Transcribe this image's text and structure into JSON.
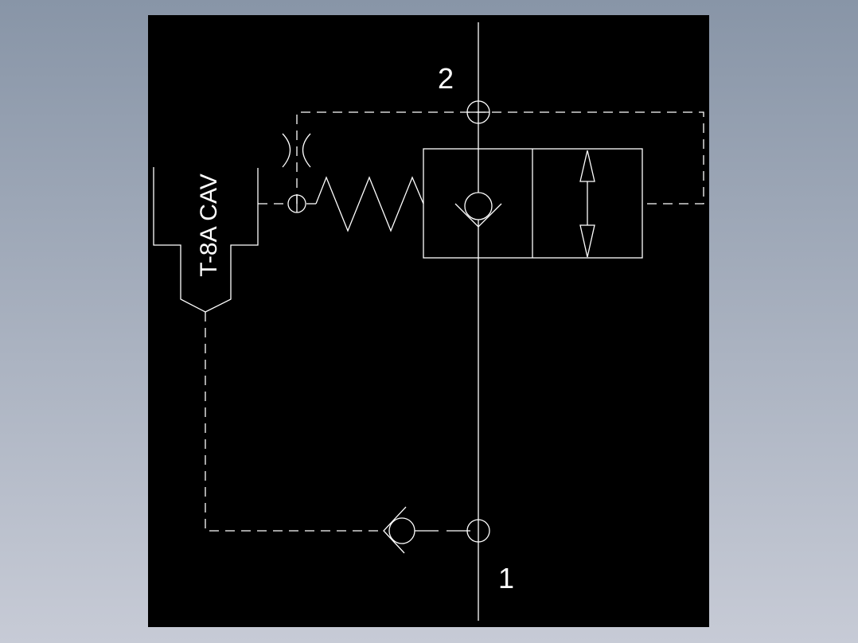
{
  "diagram": {
    "cavity_label": "T-8A CAV",
    "port_top_label": "2",
    "port_bottom_label": "1",
    "background_color": "#000000",
    "line_color": "#ffffff"
  }
}
